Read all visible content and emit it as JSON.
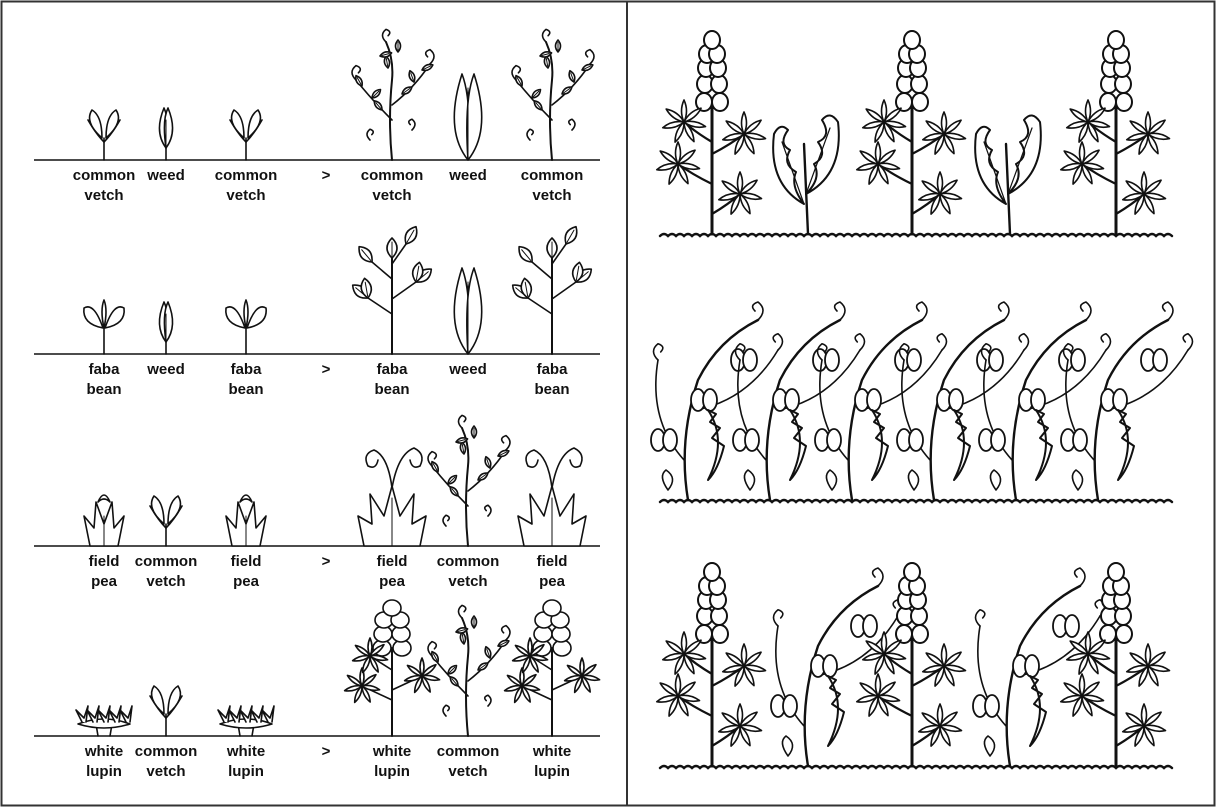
{
  "colors": {
    "ink": "#111111",
    "background": "#ffffff",
    "frame": "#333333"
  },
  "comparison_symbol": ">",
  "left_panel": {
    "rows": [
      {
        "seedlings": [
          {
            "plant": "vetch",
            "l1": "common",
            "l2": "vetch"
          },
          {
            "plant": "weed",
            "l1": "weed",
            "l2": ""
          },
          {
            "plant": "vetch",
            "l1": "common",
            "l2": "vetch"
          }
        ],
        "grown": [
          {
            "plant": "vetch",
            "l1": "common",
            "l2": "vetch"
          },
          {
            "plant": "weed",
            "l1": "weed",
            "l2": ""
          },
          {
            "plant": "vetch",
            "l1": "common",
            "l2": "vetch"
          }
        ]
      },
      {
        "seedlings": [
          {
            "plant": "faba",
            "l1": "faba",
            "l2": "bean"
          },
          {
            "plant": "weed",
            "l1": "weed",
            "l2": ""
          },
          {
            "plant": "faba",
            "l1": "faba",
            "l2": "bean"
          }
        ],
        "grown": [
          {
            "plant": "faba",
            "l1": "faba",
            "l2": "bean"
          },
          {
            "plant": "weed",
            "l1": "weed",
            "l2": ""
          },
          {
            "plant": "faba",
            "l1": "faba",
            "l2": "bean"
          }
        ]
      },
      {
        "seedlings": [
          {
            "plant": "pea",
            "l1": "field",
            "l2": "pea"
          },
          {
            "plant": "vetch",
            "l1": "common",
            "l2": "vetch"
          },
          {
            "plant": "pea",
            "l1": "field",
            "l2": "pea"
          }
        ],
        "grown": [
          {
            "plant": "pea",
            "l1": "field",
            "l2": "pea"
          },
          {
            "plant": "vetch",
            "l1": "common",
            "l2": "vetch"
          },
          {
            "plant": "pea",
            "l1": "field",
            "l2": "pea"
          }
        ]
      },
      {
        "seedlings": [
          {
            "plant": "lupin",
            "l1": "white",
            "l2": "lupin"
          },
          {
            "plant": "vetch",
            "l1": "common",
            "l2": "vetch"
          },
          {
            "plant": "lupin",
            "l1": "white",
            "l2": "lupin"
          }
        ],
        "grown": [
          {
            "plant": "lupin",
            "l1": "white",
            "l2": "lupin"
          },
          {
            "plant": "vetch",
            "l1": "common",
            "l2": "vetch"
          },
          {
            "plant": "lupin",
            "l1": "white",
            "l2": "lupin"
          }
        ]
      }
    ]
  },
  "right_panel": {
    "scenes": [
      {
        "plants": [
          "lupin",
          "weed",
          "lupin",
          "weed",
          "lupin"
        ]
      },
      {
        "plants": [
          "pea-tangle",
          "pea-tangle",
          "pea-tangle",
          "pea-tangle",
          "pea-tangle",
          "pea-tangle"
        ]
      },
      {
        "plants": [
          "lupin",
          "pea-tangle",
          "lupin",
          "pea-tangle",
          "lupin"
        ]
      }
    ]
  }
}
